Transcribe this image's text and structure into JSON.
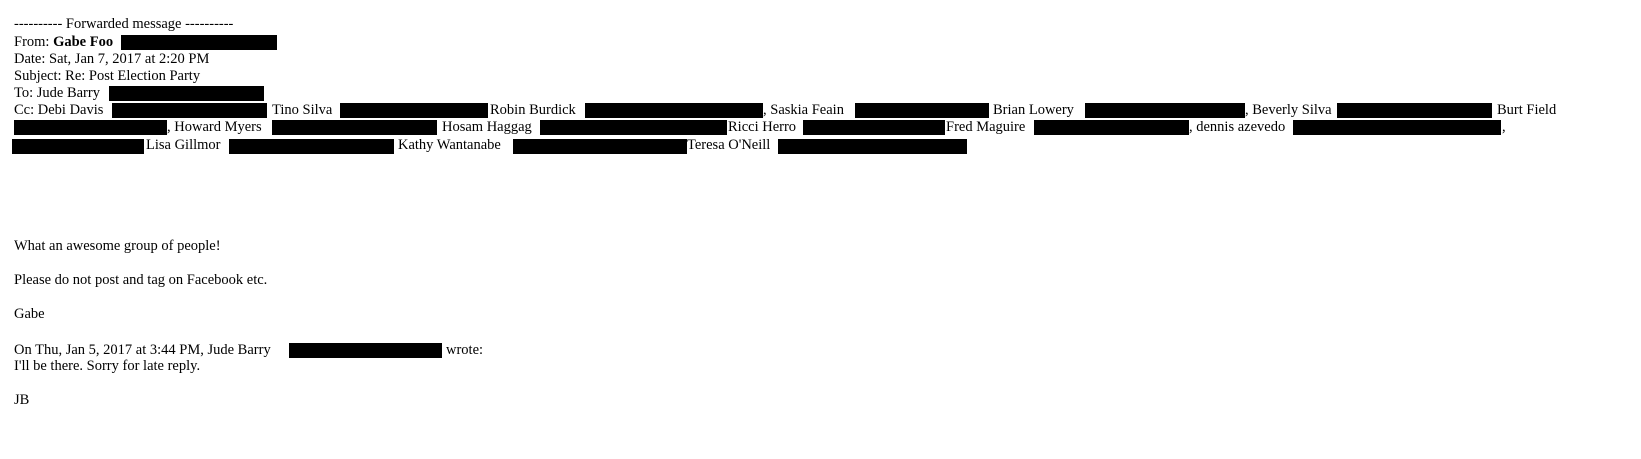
{
  "header": {
    "forwarded_line": "---------- Forwarded message ----------",
    "from_label": "From:",
    "from_name": "Gabe Foo",
    "date_label": "Date:",
    "date_value": "Sat, Jan 7, 2017 at 2:20 PM",
    "subject_label": "Subject:",
    "subject_value": "Re: Post Election Party",
    "to_label": "To:",
    "to_name": "Jude Barry",
    "cc_label": "Cc:"
  },
  "cc_names": {
    "debi": "Debi Davis",
    "tino": "Tino Silva",
    "robin": "Robin Burdick",
    "saskia": ", Saskia Feain",
    "brian": "Brian Lowery",
    "beverly": ", Beverly Silva",
    "burt": "Burt Field",
    "howard": ", Howard Myers",
    "hosam": "Hosam Haggag",
    "ricci": "Ricci Herro",
    "fred": "Fred Maguire",
    "dennis": ", dennis azevedo",
    "comma": ",",
    "lisa": "Lisa Gillmor",
    "kathy": "Kathy Wantanabe",
    "teresa": "Teresa O'Neill"
  },
  "body": {
    "line1": "What an awesome group of people!",
    "line2": "Please do not post and tag on Facebook etc.",
    "signoff": "Gabe",
    "quote_intro": "On Thu, Jan 5, 2017 at 3:44 PM, Jude Barry",
    "quote_wrote": "wrote:",
    "quote_line1": "I'll be there. Sorry for late reply.",
    "quote_signoff": "JB"
  }
}
